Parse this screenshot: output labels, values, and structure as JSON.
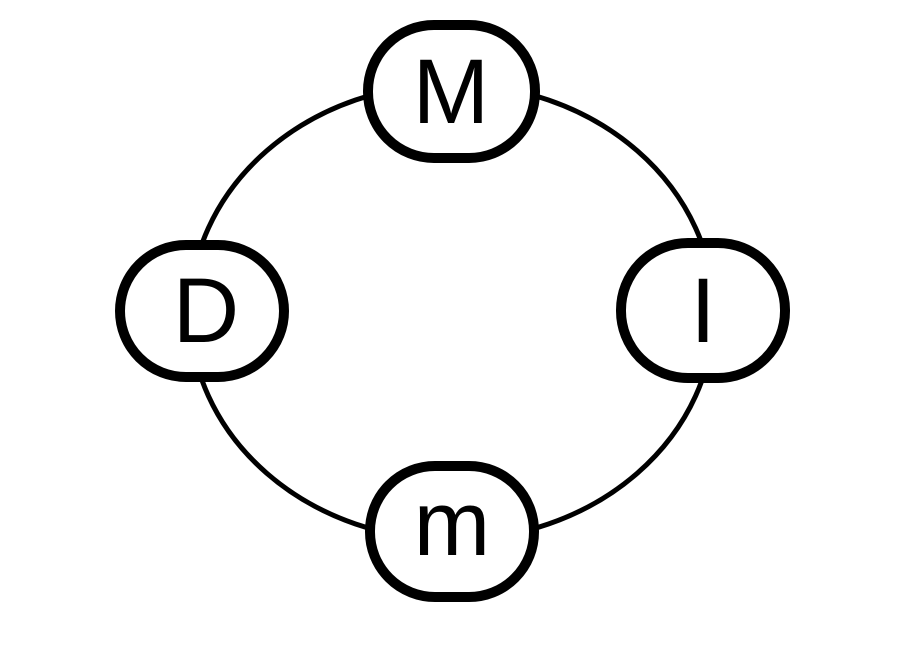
{
  "diagram": {
    "nodes": [
      {
        "id": "top",
        "label": "M"
      },
      {
        "id": "right",
        "label": "I"
      },
      {
        "id": "bottom",
        "label": "m"
      },
      {
        "id": "left",
        "label": "D"
      }
    ],
    "colors": {
      "stroke": "#000000",
      "fill": "#ffffff",
      "background": "#ffffff"
    }
  }
}
